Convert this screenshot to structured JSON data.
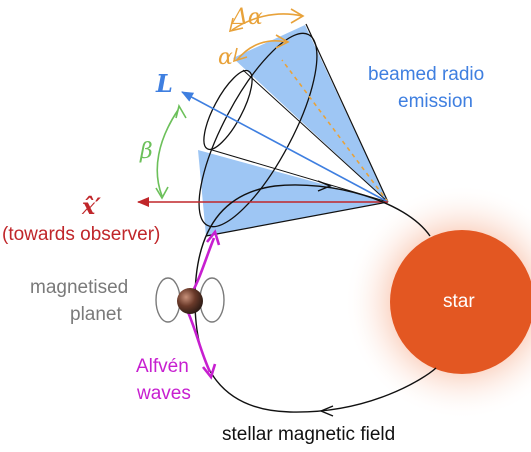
{
  "colors": {
    "orange": "#E8A23A",
    "blue": "#3F7FE0",
    "beam": "#9EC6F4",
    "green": "#6CC05A",
    "red": "#C0262A",
    "magenta": "#C71FD0",
    "gray": "#7A7A7A",
    "star_core": "#E35722",
    "star_glow": "#F4A37C",
    "black": "#111111"
  },
  "labels": {
    "delta_alpha": "Δα",
    "alpha": "α",
    "L": "L",
    "beta": "β",
    "x_prime": "x̂′",
    "towards_observer": "(towards observer)",
    "beamed_line1": "beamed radio",
    "beamed_line2": "emission",
    "magnetised_line1": "magnetised",
    "magnetised_line2": "planet",
    "alfven_line1": "Alfvén",
    "alfven_line2": "waves",
    "star": "star",
    "field": "stellar magnetic field"
  }
}
